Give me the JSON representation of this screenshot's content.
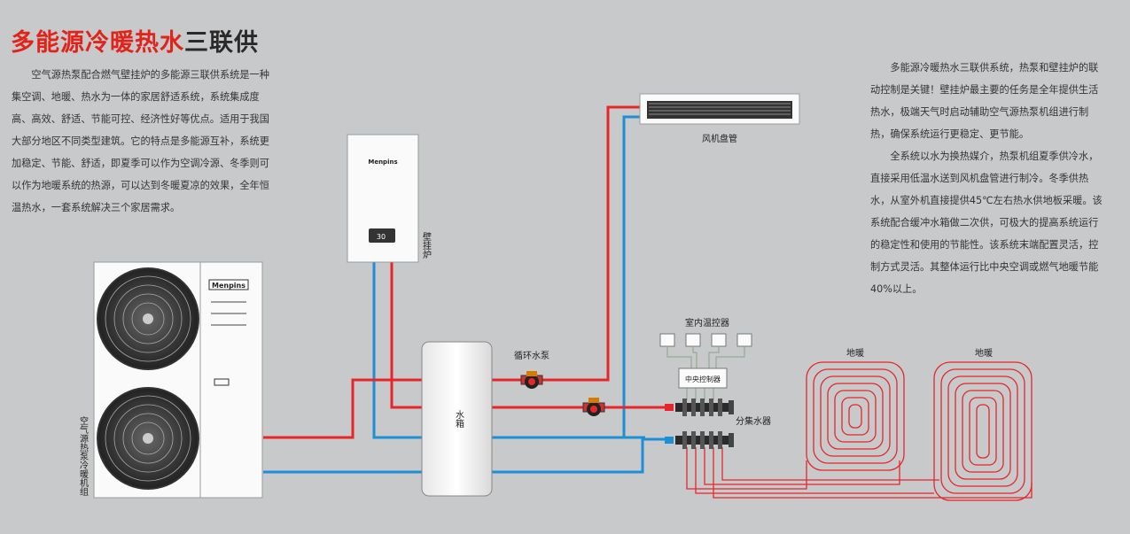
{
  "title": {
    "red": "多能源冷暖热水",
    "dark": "三联供"
  },
  "intro": "空气源热泵配合燃气壁挂炉的多能源三联供系统是一种集空调、地暖、热水为一体的家居舒适系统，系统集成度高、高效、舒适、节能可控、经济性好等优点。适用于我国大部分地区不同类型建筑。它的特点是多能源互补，系统更加稳定、节能、舒适，即夏季可以作为空调冷源、冬季则可以作为地暖系统的热源，可以达到冬暖夏凉的效果，全年恒温热水，一套系统解决三个家居需求。",
  "right_paragraphs": [
    "多能源冷暖热水三联供系统，热泵和壁挂炉的联动控制是关键！壁挂炉最主要的任务是全年提供生活热水，极端天气时启动辅助空气源热泵机组进行制热，确保系统运行更稳定、更节能。",
    "全系统以水为换热媒介，热泵机组夏季供冷水，直接采用低温水送到风机盘管进行制冷。冬季供热水，从室外机直接提供45℃左右热水供地板采暖。该系统配合缓冲水箱做二次供，可极大的提高系统运行的稳定性和使用的节能性。该系统末端配置灵活，控制方式灵活。其整体运行比中央空调或燃气地暖节能40%以上。"
  ],
  "labels": {
    "heat_pump": "空气源热泵冷暖机组",
    "heat_pump_brand": "Menpins",
    "boiler_brand": "Menpins",
    "boiler_display": "30",
    "boiler": "壁挂炉",
    "fan_coil": "风机盘管",
    "tank": "水箱",
    "pump": "循环水泵",
    "thermostats": "室内温控器",
    "controller": "中央控制器",
    "manifold": "分集水器",
    "floor_heating_1": "地暖",
    "floor_heating_2": "地暖"
  },
  "colors": {
    "hot": "#e8262a",
    "cold": "#1d8fd6",
    "background": "#c8c9cb",
    "accent": "#e2231a"
  }
}
